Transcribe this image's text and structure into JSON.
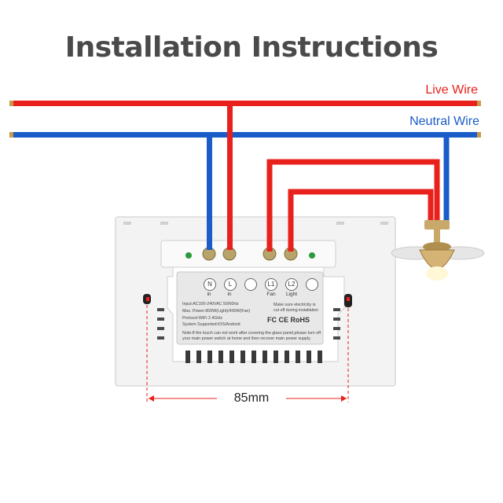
{
  "title": "Installation Instructions",
  "wires": {
    "live_label": "Live Wire",
    "neutral_label": "Neutral Wire"
  },
  "colors": {
    "live": "#e8211c",
    "neutral": "#1a5cc8",
    "title": "#4a4a4a"
  },
  "terminals": [
    {
      "letter": "N",
      "sub": "in"
    },
    {
      "letter": "L",
      "sub": "in"
    },
    {
      "letter": "",
      "sub": ""
    },
    {
      "letter": "L1",
      "sub": "Fan"
    },
    {
      "letter": "L2",
      "sub": "Light"
    },
    {
      "letter": "",
      "sub": ""
    }
  ],
  "specs": {
    "input": "Input:AC100-240VAC 50/60Hz",
    "power": "Max. Power:800W(Light)/400W(Fan)",
    "protocol": "Protocol:WiFi 2.4GHz",
    "system": "System Supported:iOS/Android",
    "warning": "Make sure electricity is cut off during installation",
    "note_line1": "Note:If the touch can not work after covering the glass panel,please turn off",
    "note_line2": "your main power switch at home and then recover main power supply."
  },
  "certifications": [
    "FC",
    "CE",
    "RoHS"
  ],
  "dimension": "85mm",
  "device": "switch-back-panel",
  "load_icon": "ceiling-fan-light-icon"
}
